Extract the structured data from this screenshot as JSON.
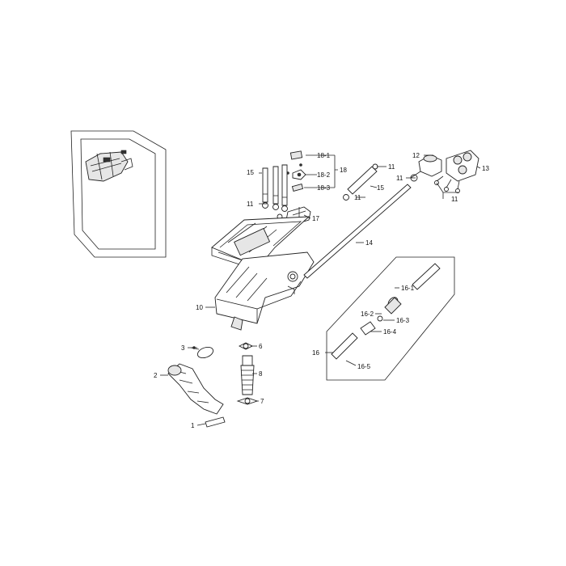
{
  "labels": {
    "l1": "1",
    "l2": "2",
    "l3": "3",
    "l6": "6",
    "l7": "7",
    "l8": "8",
    "l10": "10",
    "l11a": "11",
    "l11b": "11",
    "l11c": "11",
    "l11d": "11",
    "l11e": "11",
    "l12": "12",
    "l13": "13",
    "l14": "14",
    "l15a": "15",
    "l15b": "15",
    "l16": "16",
    "l16_1": "16-1",
    "l16_2": "16-2",
    "l16_3": "16-3",
    "l16_4": "16-4",
    "l16_5": "16-5",
    "l17": "17",
    "l18": "18",
    "l18_1": "18-1",
    "l18_2": "18-2",
    "l18_3": "18-3"
  }
}
